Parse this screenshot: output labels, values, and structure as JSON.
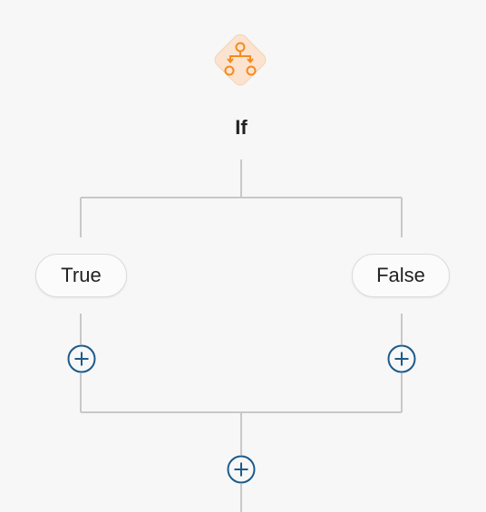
{
  "node": {
    "title": "If",
    "icon": "branch-icon",
    "accent_color": "#f28c1f",
    "tile_color": "#fbe3cf"
  },
  "branches": [
    {
      "label": "True"
    },
    {
      "label": "False"
    }
  ],
  "add_button": {
    "icon": "plus-circle-icon",
    "color": "#1c5a8a"
  },
  "connector_color": "#c8c8c8"
}
